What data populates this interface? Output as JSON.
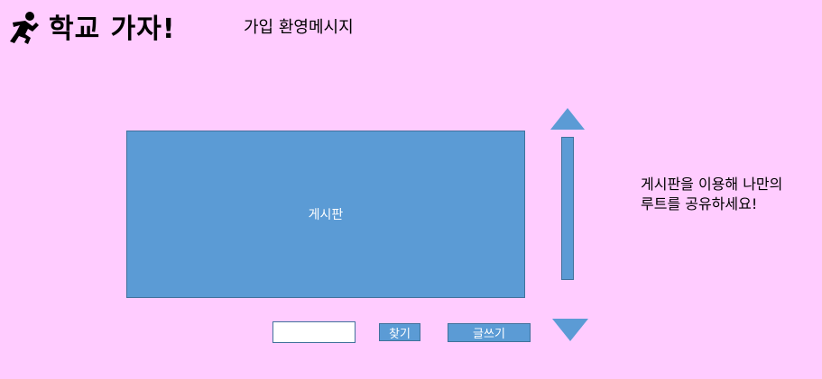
{
  "header": {
    "logo_icon": "running-person-icon",
    "logo_text": "학교 가자!",
    "welcome_message": "가입 환영메시지"
  },
  "board": {
    "label": "게시판"
  },
  "scrollbar": {
    "up_icon": "triangle-up-icon",
    "down_icon": "triangle-down-icon"
  },
  "search": {
    "value": "",
    "placeholder": "",
    "search_label": "찾기",
    "write_label": "글쓰기"
  },
  "side_note": {
    "line1": "게시판을 이용해 나만의",
    "line2": "루트를 공유하세요!"
  },
  "colors": {
    "background": "#ffccff",
    "accent": "#5b9bd5",
    "accent_border": "#41719c"
  }
}
